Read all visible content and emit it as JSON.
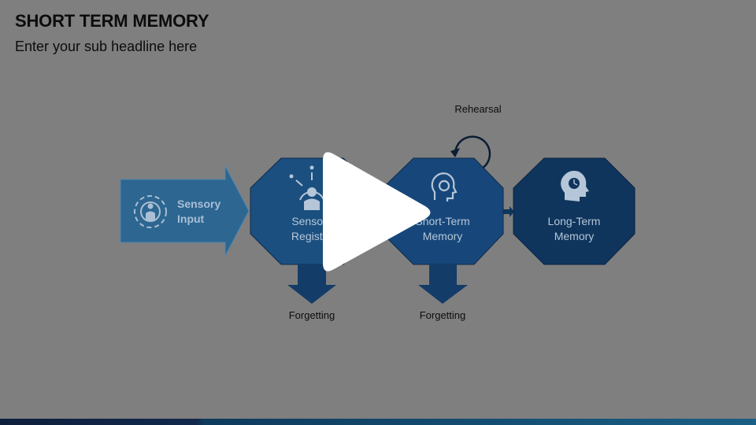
{
  "slide": {
    "title": "SHORT TERM MEMORY",
    "subtitle": "Enter your sub headline here"
  },
  "diagram": {
    "rehearsal_label": "Rehearsal",
    "sensory_input": {
      "line1": "Sensory",
      "line2": "Input",
      "icon": "person-target-icon"
    },
    "sensory_register": {
      "line1": "Sensory",
      "line2": "Register",
      "icon": "person-radiating-icon"
    },
    "short_term": {
      "line1": "Short-Term",
      "line2": "Memory",
      "icon": "head-gear-icon"
    },
    "long_term": {
      "line1": "Long-Term",
      "line2": "Memory",
      "icon": "head-clock-icon"
    },
    "forgetting_1": "Forgetting",
    "forgetting_2": "Forgetting"
  },
  "video": {
    "control_icon": "play-icon"
  },
  "colors": {
    "background": "#7f7f7f",
    "input_arrow": "#2d6690",
    "octagon_mid": "#1b4f80",
    "octagon_dark": "#0f355d",
    "forget_arrow": "#143c68",
    "play_button": "#ffffff"
  }
}
